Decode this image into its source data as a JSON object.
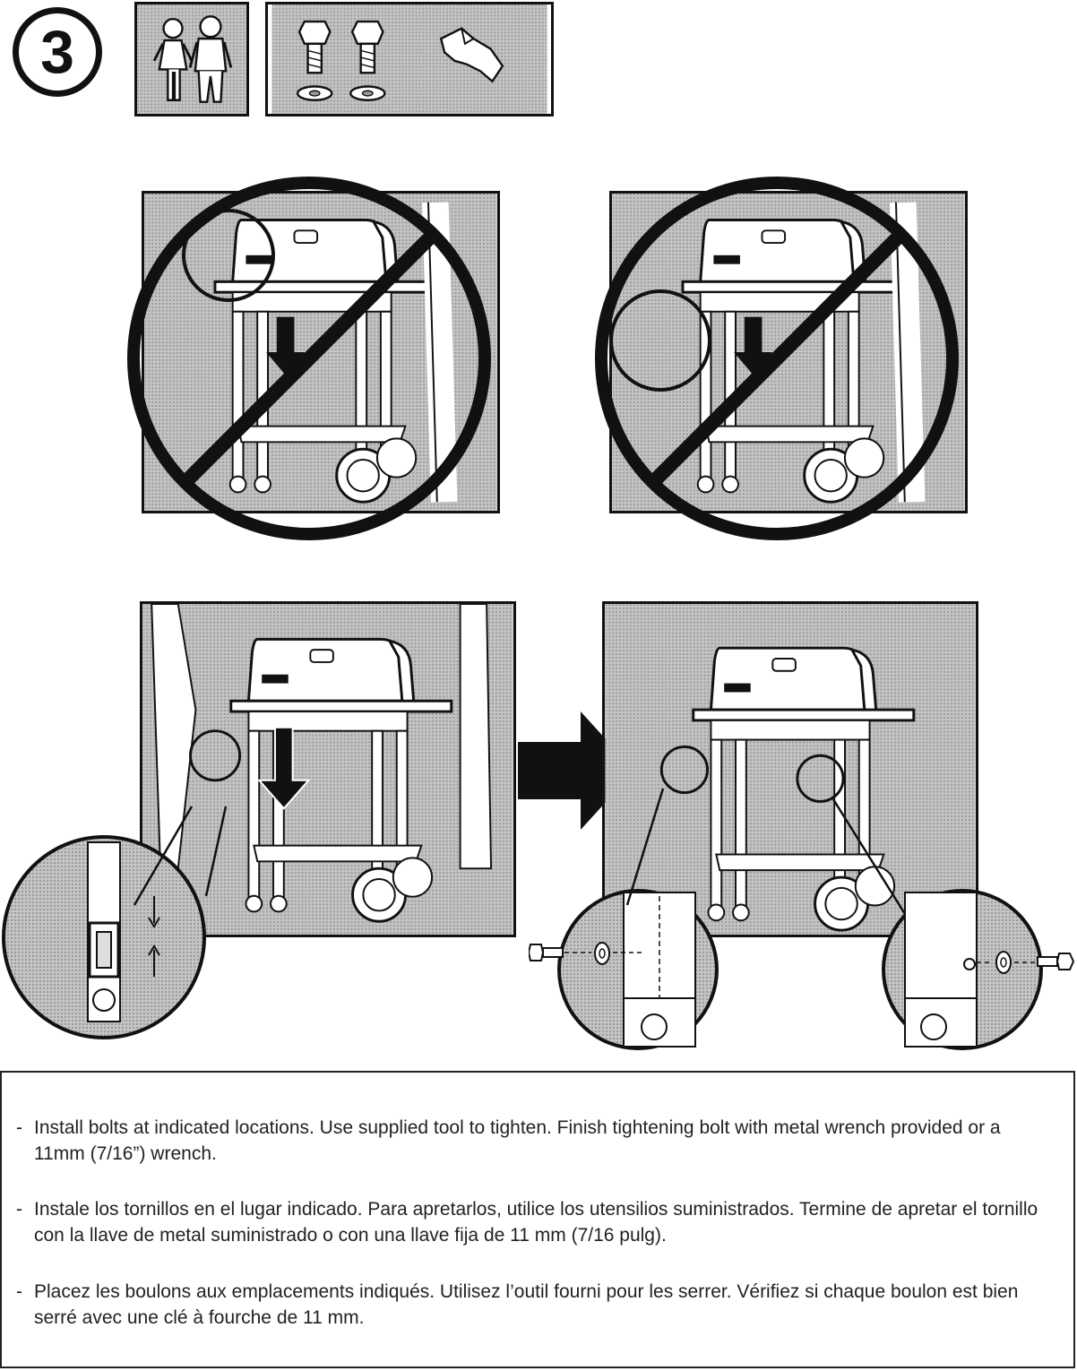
{
  "step": {
    "number": "3"
  },
  "instructions": [
    {
      "lang": "en",
      "text": "Install bolts at indicated locations. Use supplied tool to tighten. Finish tightening bolt with metal wrench provided or a 11mm (7/16”) wrench."
    },
    {
      "lang": "es",
      "text": "Instale los tornillos en el lugar indicado. Para apretarlos, utilice los utensilios suministrados. Termine de apretar el tornillo con la llave de metal suministrado o con una llave fija de 11 mm (7/16 pulg)."
    },
    {
      "lang": "fr",
      "text": "Placez les boulons aux emplacements indiqués. Utilisez l’outil fourni pour les serrer. Vérifiez si chaque boulon est bien serré avec une clé à fourche de 11 mm."
    }
  ],
  "icons": {
    "people": "two-people-icon",
    "parts": [
      "hex-bolt-icon",
      "hex-bolt-icon",
      "washer-icon",
      "washer-icon",
      "wrench-tool-icon"
    ],
    "prohibited": "prohibited-icon",
    "arrow": "right-arrow-icon"
  },
  "colors": {
    "ink": "#111111",
    "screen": "#b8b8b8",
    "paper": "#ffffff"
  }
}
